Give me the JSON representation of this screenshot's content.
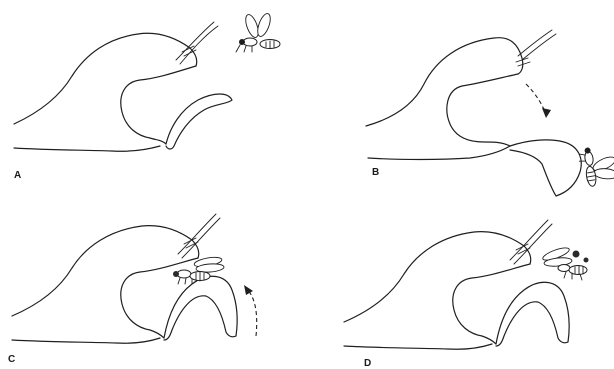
{
  "panels": [
    {
      "id": "A",
      "label": "A"
    },
    {
      "id": "B",
      "label": "B"
    },
    {
      "id": "C",
      "label": "C"
    },
    {
      "id": "D",
      "label": "D"
    }
  ],
  "icons": {
    "flower": "orchid-flower-outline",
    "insect": "wasp-insect",
    "arrow": "dashed-arrow"
  },
  "colors": {
    "line": "#1f1f1f",
    "background": "#ffffff"
  }
}
